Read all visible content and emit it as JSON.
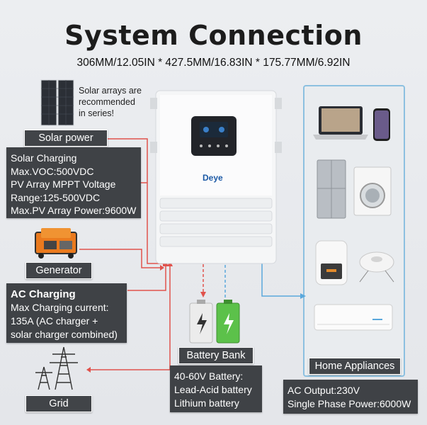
{
  "title": "System Connection",
  "dimensions": "306MM/12.05IN * 427.5MM/16.83IN * 175.77MM/6.92IN",
  "solar_note": [
    "Solar arrays are",
    "recommended",
    "in series!"
  ],
  "brand": "Deye",
  "solar": {
    "label": "Solar power",
    "specs": [
      "Solar Charging",
      "Max.VOC:500VDC",
      "PV Array MPPT Voltage",
      "Range:125-500VDC",
      "Max.PV Array Power:9600W"
    ]
  },
  "generator": {
    "label": "Generator"
  },
  "ac_charging": {
    "heading": "AC Charging",
    "lines": [
      "Max Charging current:",
      "135A (AC charger +",
      "solar charger combined)"
    ]
  },
  "grid": {
    "label": "Grid"
  },
  "battery": {
    "label": "Battery Bank",
    "lines": [
      "40-60V Battery:",
      "Lead-Acid battery",
      "Lithium battery"
    ]
  },
  "appliances": {
    "label": "Home Appliances",
    "lines": [
      "AC Output:230V",
      "Single Phase Power:6000W"
    ]
  },
  "colors": {
    "red_line": "#e0524c",
    "blue_line": "#5aa8dc",
    "label_bg": "#414448"
  }
}
